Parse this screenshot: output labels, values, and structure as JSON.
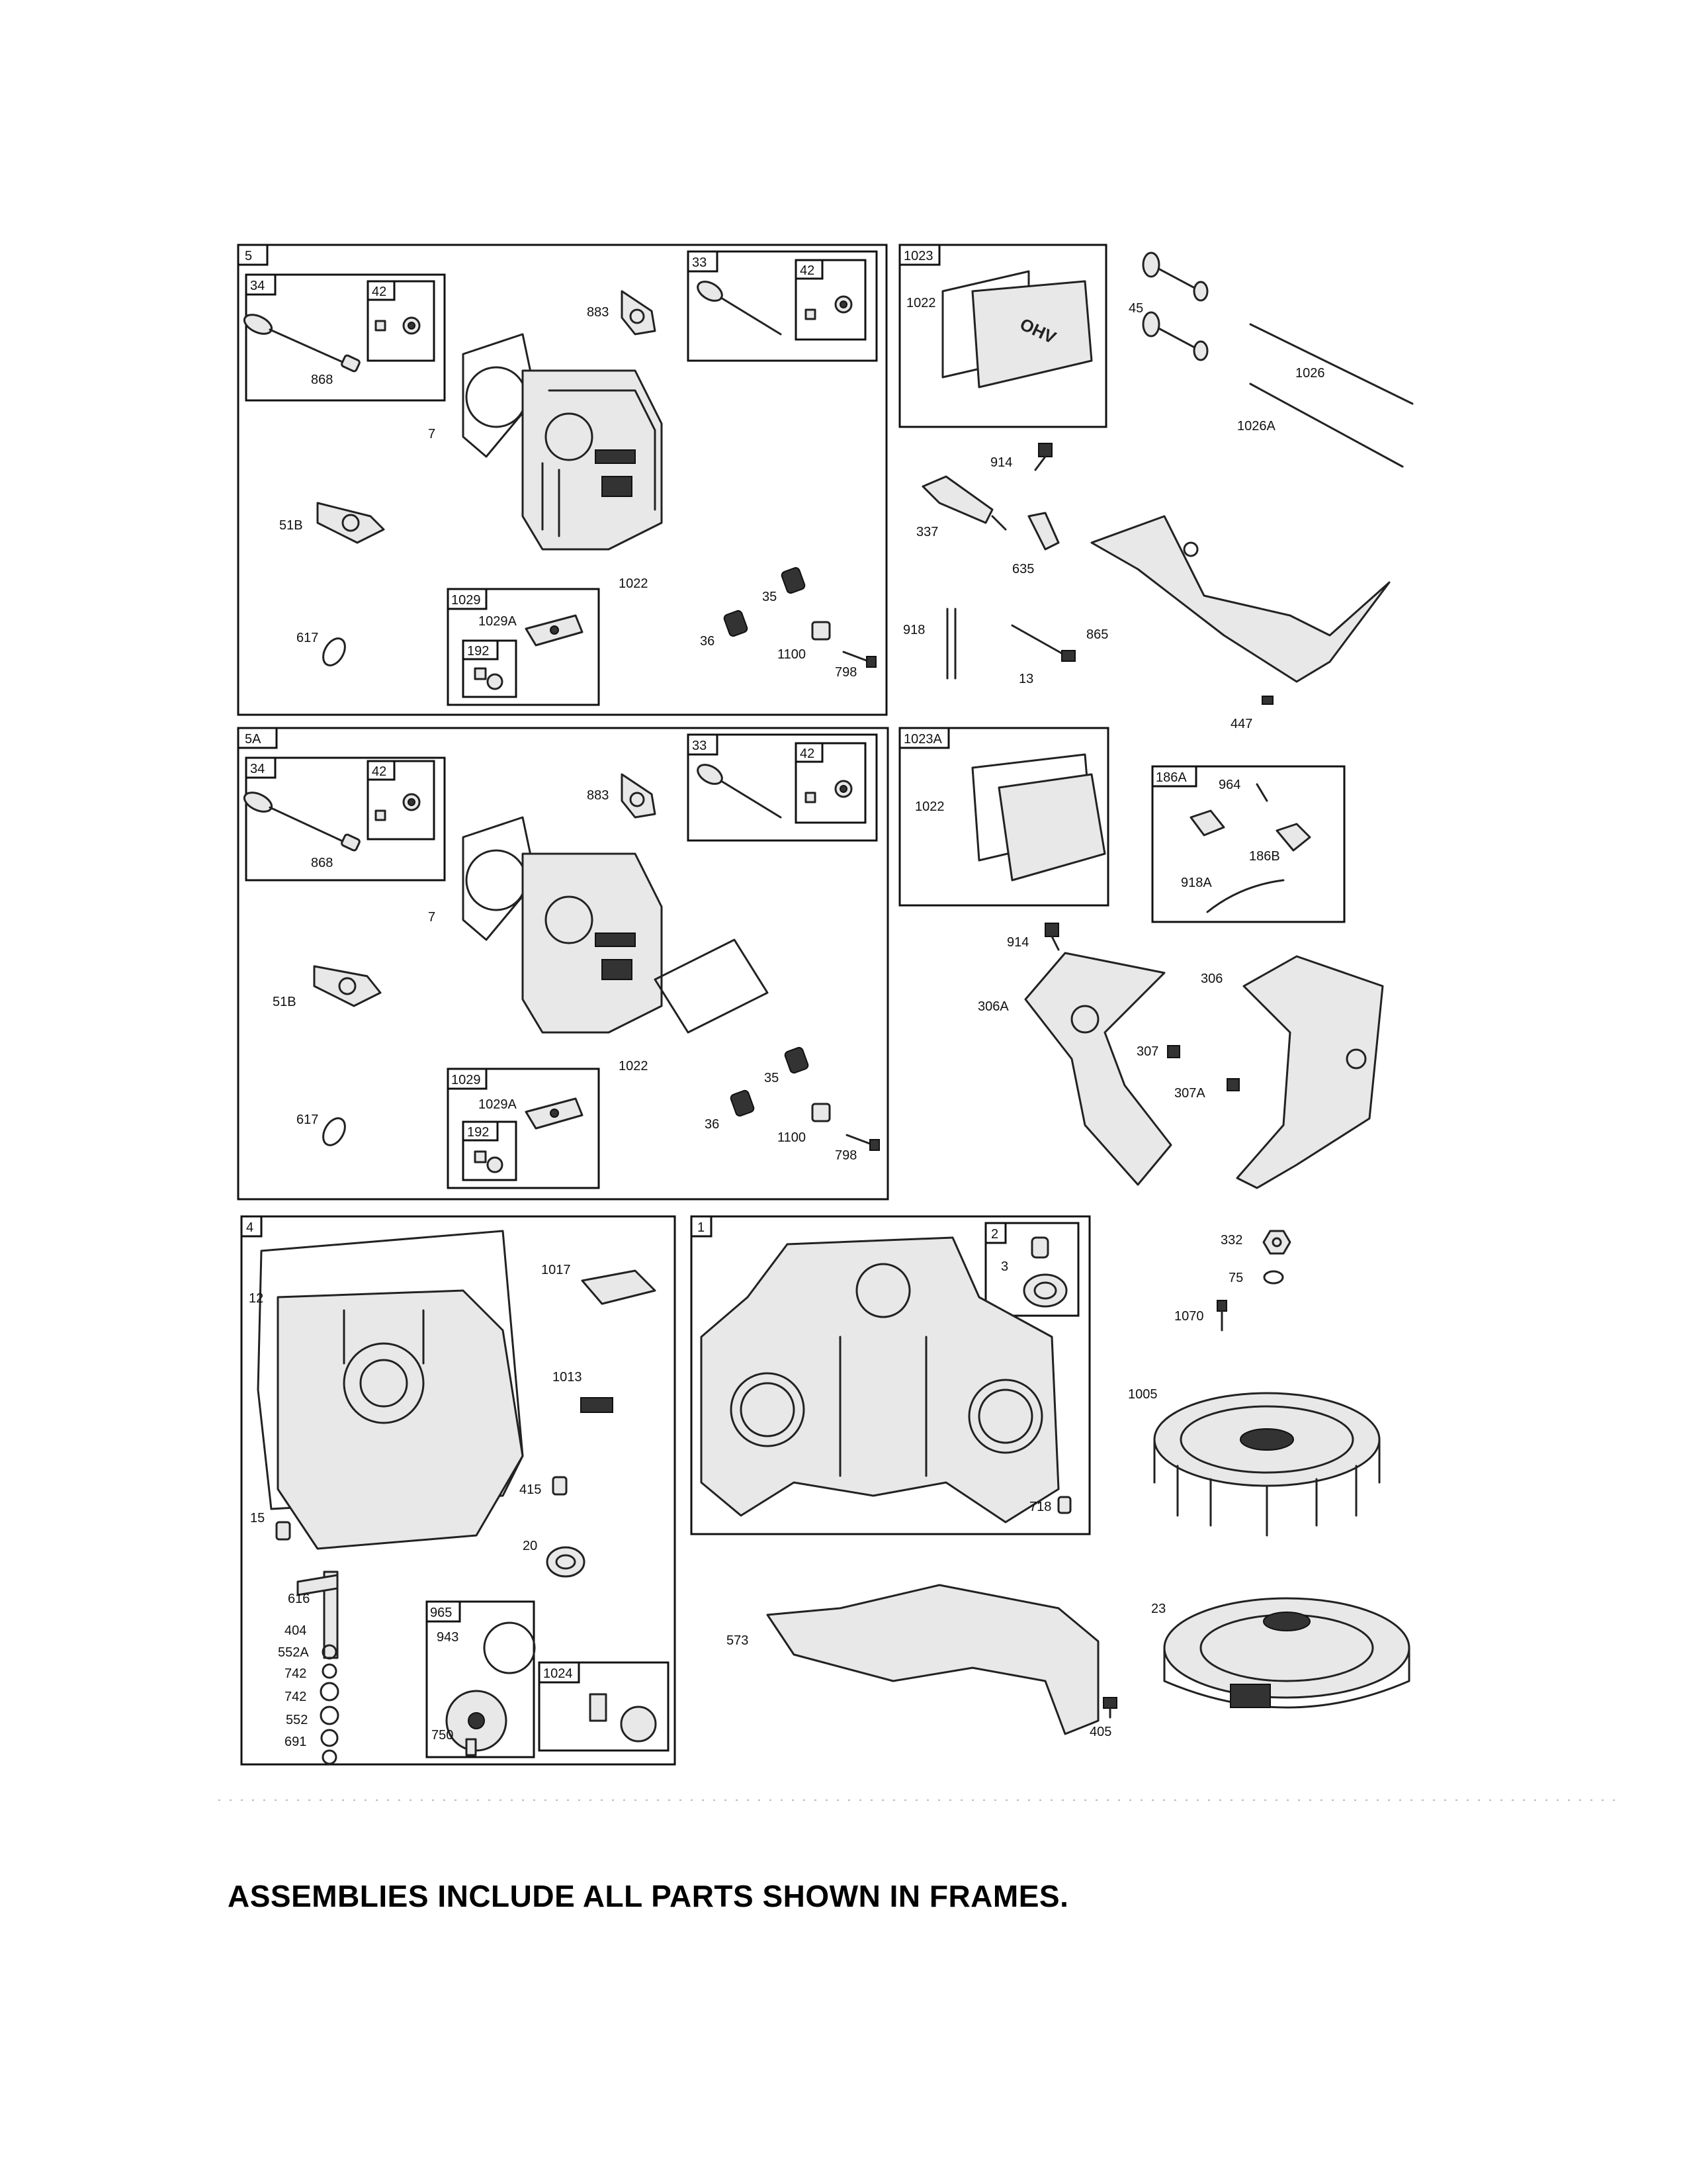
{
  "footer_note": "ASSEMBLIES INCLUDE ALL PARTS SHOWN IN FRAMES.",
  "frames": {
    "f5": "5",
    "f34": "34",
    "f42a": "42",
    "f33": "33",
    "f42b": "42",
    "f1029": "1029",
    "f192": "192",
    "f1023": "1023",
    "f5A": "5A",
    "f34b": "34",
    "f42c": "42",
    "f33b": "33",
    "f42d": "42",
    "f1029b": "1029",
    "f192b": "192",
    "f1023A": "1023A",
    "f186A": "186A",
    "f4": "4",
    "f965": "965",
    "f1024": "1024",
    "f1": "1",
    "f2": "2"
  },
  "labels": {
    "l868": "868",
    "l883": "883",
    "l7": "7",
    "l51B": "51B",
    "l1022a": "1022",
    "l1029A": "1029A",
    "l617": "617",
    "l35": "35",
    "l36": "36",
    "l1100": "1100",
    "l798": "798",
    "l1022b": "1022",
    "l45": "45",
    "l1026": "1026",
    "l1026A": "1026A",
    "l914": "914",
    "l337": "337",
    "l635": "635",
    "l918": "918",
    "l865": "865",
    "l13": "13",
    "l447": "447",
    "l868b": "868",
    "l883b": "883",
    "l7b": "7",
    "l51Bb": "51B",
    "l1022c": "1022",
    "l1029Ab": "1029A",
    "l617b": "617",
    "l35b": "35",
    "l36b": "36",
    "l1100b": "1100",
    "l798b": "798",
    "l1022d": "1022",
    "l964": "964",
    "l186B": "186B",
    "l918A": "918A",
    "l914b": "914",
    "l306A": "306A",
    "l306": "306",
    "l307": "307",
    "l307A": "307A",
    "l12": "12",
    "l1017": "1017",
    "l1013": "1013",
    "l415": "415",
    "l15": "15",
    "l20": "20",
    "l616": "616",
    "l404": "404",
    "l552A": "552A",
    "l742a": "742",
    "l742b": "742",
    "l552": "552",
    "l691": "691",
    "l943": "943",
    "l750": "750",
    "l3": "3",
    "l718": "718",
    "l573": "573",
    "l405": "405",
    "l332": "332",
    "l75": "75",
    "l1070": "1070",
    "l1005": "1005",
    "l23": "23"
  },
  "logo_text": "OHV"
}
